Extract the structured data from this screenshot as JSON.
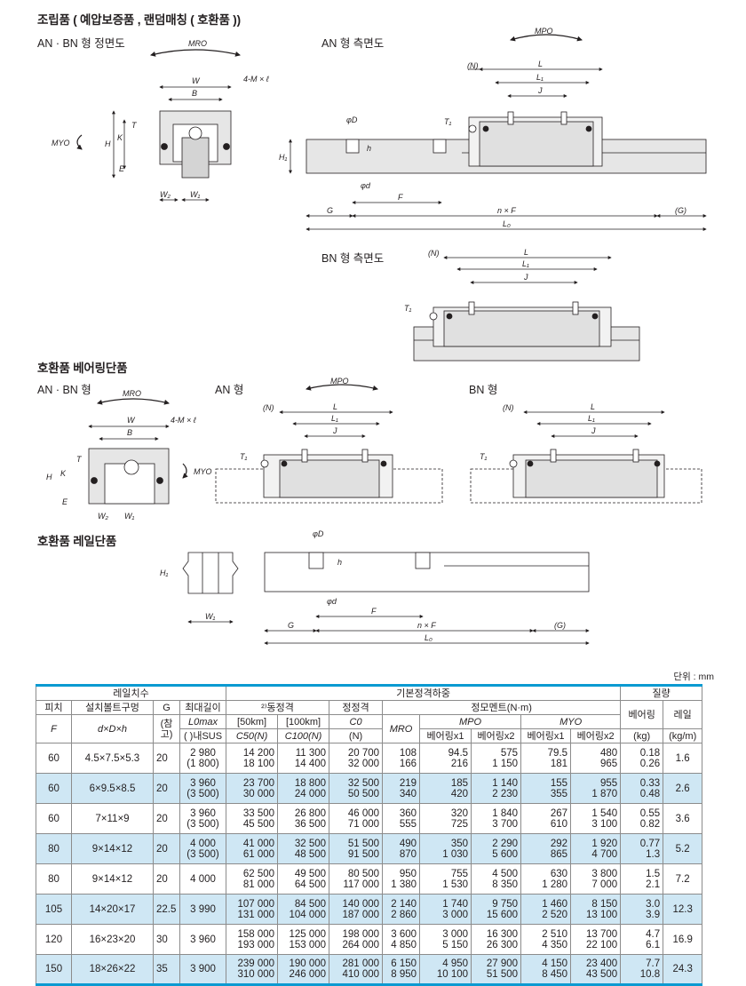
{
  "sections": {
    "assembly": "조립품 ( 예압보증품 , 랜덤매칭 ( 호환품 ))",
    "bearing_unit": "호환품 베어링단품",
    "rail_unit": "호환품 레일단품"
  },
  "views": {
    "front_anbn_1": "AN · BN 형 정면도",
    "side_an": "AN 형 측면도",
    "side_bn": "BN 형 측면도",
    "front_anbn_2": "AN · BN 형",
    "an": "AN 형",
    "bn": "BN 형"
  },
  "dims": {
    "W": "W",
    "B": "B",
    "M4": "4-M × ℓ",
    "T": "T",
    "H": "H",
    "K": "K",
    "E": "E",
    "W2": "W₂",
    "W1": "W₁",
    "MRO": "MRO",
    "MPO": "MPO",
    "MYO": "MYO",
    "N": "(N)",
    "L": "L",
    "L1": "L₁",
    "J": "J",
    "T1": "T₁",
    "H1": "H₁",
    "phiD": "φD",
    "phid": "φd",
    "h": "h",
    "F": "F",
    "G": "G",
    "nF": "n × F",
    "Gp": "(G)",
    "L0": "L₀"
  },
  "unit_label": "단위 : mm",
  "table": {
    "h_rail_dims": "레일치수",
    "h_load": "기본정격하중",
    "h_mass": "질량",
    "h_pitch": "피치",
    "h_bolt": "설치볼트구멍",
    "h_G": "G",
    "h_maxlen": "최대길이",
    "h_dyn": "²⁾동정격",
    "h_static": "정정격",
    "h_moment": "정모멘트(N·m)",
    "h_bearing": "베어링",
    "h_rail": "레일",
    "h_F": "F",
    "h_dDh": "d×D×h",
    "h_ref": "(참고)",
    "h_L0max": "L0max",
    "h_sus": "( )내SUS",
    "h_50": "[50km]",
    "h_100": "[100km]",
    "h_C50": "C50(N)",
    "h_C100": "C100(N)",
    "h_C0": "C0",
    "h_N": "(N)",
    "h_MRO": "MRO",
    "h_MPO": "MPO",
    "h_MYO": "MYO",
    "h_x1a": "베어링x1",
    "h_x2a": "베어링x2",
    "h_x1b": "베어링x1",
    "h_x2b": "베어링x2",
    "h_kg": "(kg)",
    "h_kgm": "(kg/m)",
    "rows": [
      {
        "F": "60",
        "bolt": "4.5×7.5×5.3",
        "G": "20",
        "Lmax": [
          "2 980",
          "(1 800)"
        ],
        "C50": [
          "14 200",
          "18 100"
        ],
        "C100": [
          "11 300",
          "14 400"
        ],
        "C0": [
          "20 700",
          "32 000"
        ],
        "MRO": [
          "108",
          "166"
        ],
        "MPO1": [
          "94.5",
          "216"
        ],
        "MPO2": [
          "575",
          "1 150"
        ],
        "MYO1": [
          "79.5",
          "181"
        ],
        "MYO2": [
          "480",
          "965"
        ],
        "mb": [
          "0.18",
          "0.26"
        ],
        "mr": "1.6"
      },
      {
        "F": "60",
        "bolt": "6×9.5×8.5",
        "G": "20",
        "Lmax": [
          "3 960",
          "(3 500)"
        ],
        "C50": [
          "23 700",
          "30 000"
        ],
        "C100": [
          "18 800",
          "24 000"
        ],
        "C0": [
          "32 500",
          "50 500"
        ],
        "MRO": [
          "219",
          "340"
        ],
        "MPO1": [
          "185",
          "420"
        ],
        "MPO2": [
          "1 140",
          "2 230"
        ],
        "MYO1": [
          "155",
          "355"
        ],
        "MYO2": [
          "955",
          "1 870"
        ],
        "mb": [
          "0.33",
          "0.48"
        ],
        "mr": "2.6"
      },
      {
        "F": "60",
        "bolt": "7×11×9",
        "G": "20",
        "Lmax": [
          "3 960",
          "(3 500)"
        ],
        "C50": [
          "33 500",
          "45 500"
        ],
        "C100": [
          "26 800",
          "36 500"
        ],
        "C0": [
          "46 000",
          "71 000"
        ],
        "MRO": [
          "360",
          "555"
        ],
        "MPO1": [
          "320",
          "725"
        ],
        "MPO2": [
          "1 840",
          "3 700"
        ],
        "MYO1": [
          "267",
          "610"
        ],
        "MYO2": [
          "1 540",
          "3 100"
        ],
        "mb": [
          "0.55",
          "0.82"
        ],
        "mr": "3.6"
      },
      {
        "F": "80",
        "bolt": "9×14×12",
        "G": "20",
        "Lmax": [
          "4 000",
          "(3 500)"
        ],
        "C50": [
          "41 000",
          "61 000"
        ],
        "C100": [
          "32 500",
          "48 500"
        ],
        "C0": [
          "51 500",
          "91 500"
        ],
        "MRO": [
          "490",
          "870"
        ],
        "MPO1": [
          "350",
          "1 030"
        ],
        "MPO2": [
          "2 290",
          "5 600"
        ],
        "MYO1": [
          "292",
          "865"
        ],
        "MYO2": [
          "1 920",
          "4 700"
        ],
        "mb": [
          "0.77",
          "1.3"
        ],
        "mr": "5.2"
      },
      {
        "F": "80",
        "bolt": "9×14×12",
        "G": "20",
        "Lmax": [
          "4 000",
          ""
        ],
        "C50": [
          "62 500",
          "81 000"
        ],
        "C100": [
          "49 500",
          "64 500"
        ],
        "C0": [
          "80 500",
          "117 000"
        ],
        "MRO": [
          "950",
          "1 380"
        ],
        "MPO1": [
          "755",
          "1 530"
        ],
        "MPO2": [
          "4 500",
          "8 350"
        ],
        "MYO1": [
          "630",
          "1 280"
        ],
        "MYO2": [
          "3 800",
          "7 000"
        ],
        "mb": [
          "1.5",
          "2.1"
        ],
        "mr": "7.2"
      },
      {
        "F": "105",
        "bolt": "14×20×17",
        "G": "22.5",
        "Lmax": [
          "3 990",
          ""
        ],
        "C50": [
          "107 000",
          "131 000"
        ],
        "C100": [
          "84 500",
          "104 000"
        ],
        "C0": [
          "140 000",
          "187 000"
        ],
        "MRO": [
          "2 140",
          "2 860"
        ],
        "MPO1": [
          "1 740",
          "3 000"
        ],
        "MPO2": [
          "9 750",
          "15 600"
        ],
        "MYO1": [
          "1 460",
          "2 520"
        ],
        "MYO2": [
          "8 150",
          "13 100"
        ],
        "mb": [
          "3.0",
          "3.9"
        ],
        "mr": "12.3"
      },
      {
        "F": "120",
        "bolt": "16×23×20",
        "G": "30",
        "Lmax": [
          "3 960",
          ""
        ],
        "C50": [
          "158 000",
          "193 000"
        ],
        "C100": [
          "125 000",
          "153 000"
        ],
        "C0": [
          "198 000",
          "264 000"
        ],
        "MRO": [
          "3 600",
          "4 850"
        ],
        "MPO1": [
          "3 000",
          "5 150"
        ],
        "MPO2": [
          "16 300",
          "26 300"
        ],
        "MYO1": [
          "2 510",
          "4 350"
        ],
        "MYO2": [
          "13 700",
          "22 100"
        ],
        "mb": [
          "4.7",
          "6.1"
        ],
        "mr": "16.9"
      },
      {
        "F": "150",
        "bolt": "18×26×22",
        "G": "35",
        "Lmax": [
          "3 900",
          ""
        ],
        "C50": [
          "239 000",
          "310 000"
        ],
        "C100": [
          "190 000",
          "246 000"
        ],
        "C0": [
          "281 000",
          "410 000"
        ],
        "MRO": [
          "6 150",
          "8 950"
        ],
        "MPO1": [
          "4 950",
          "10 100"
        ],
        "MPO2": [
          "27 900",
          "51 500"
        ],
        "MYO1": [
          "4 150",
          "8 450"
        ],
        "MYO2": [
          "23 400",
          "43 500"
        ],
        "mb": [
          "7.7",
          "10.8"
        ],
        "mr": "24.3"
      }
    ]
  }
}
